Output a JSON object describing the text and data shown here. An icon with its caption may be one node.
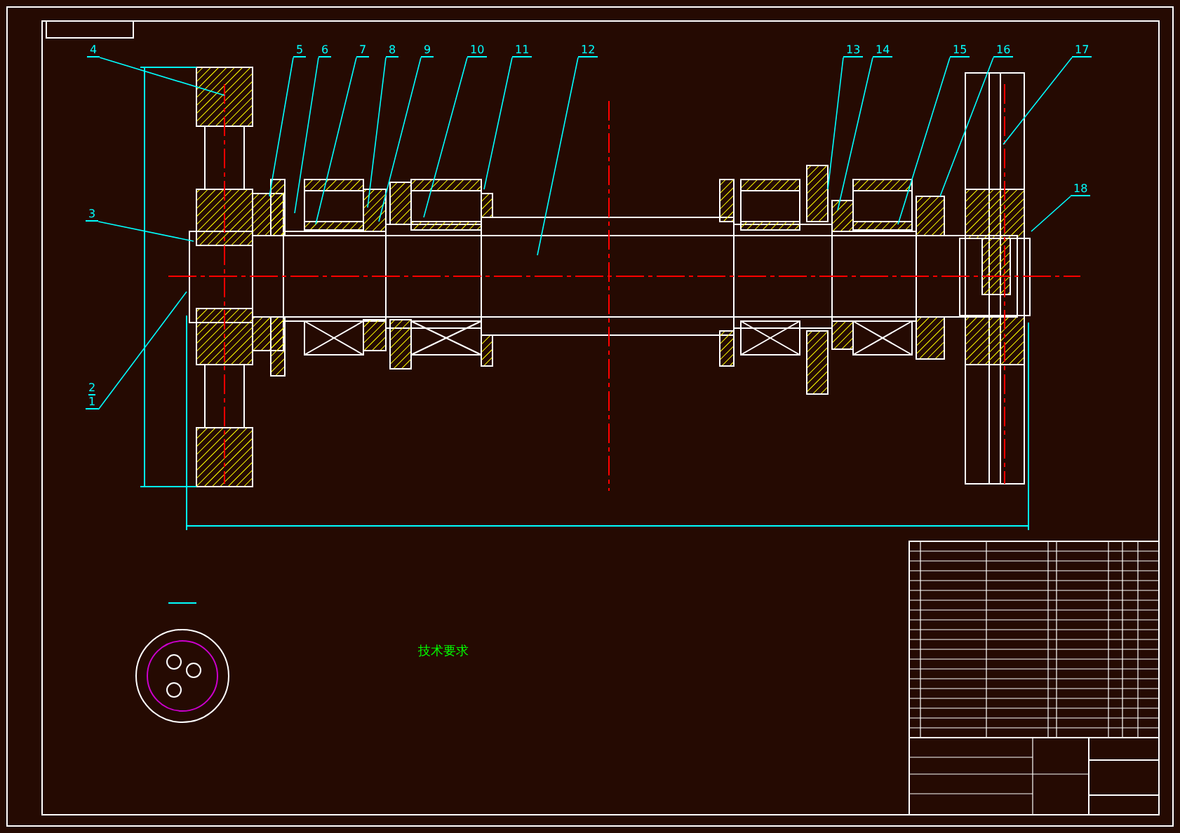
{
  "diagram": {
    "nodes": [
      {
        "text": [
          "4"
        ]
      },
      {
        "text": [
          "5"
        ]
      },
      {
        "text": [
          "6"
        ]
      },
      {
        "text": [
          "7"
        ]
      },
      {
        "text": [
          "8"
        ]
      },
      {
        "text": [
          "9"
        ]
      },
      {
        "text": [
          "10"
        ]
      },
      {
        "text": [
          "11"
        ]
      },
      {
        "text": [
          "12"
        ]
      },
      {
        "text": [
          "13"
        ]
      },
      {
        "text": [
          "14"
        ]
      },
      {
        "text": [
          "15"
        ]
      },
      {
        "text": [
          "16"
        ]
      },
      {
        "text": [
          "17"
        ]
      },
      {
        "text": [
          "18"
        ]
      },
      {
        "text": [
          "3"
        ]
      },
      {
        "text": [
          "2",
          "1"
        ]
      }
    ],
    "edges": [
      {
        "from": 0,
        "to": null,
        "arrow": "none"
      },
      {
        "from": 1,
        "to": null,
        "arrow": "none"
      },
      {
        "from": 2,
        "to": null,
        "arrow": "none"
      },
      {
        "from": 3,
        "to": null,
        "arrow": "none"
      },
      {
        "from": 4,
        "to": null,
        "arrow": "none"
      },
      {
        "from": 5,
        "to": null,
        "arrow": "none"
      },
      {
        "from": 6,
        "to": null,
        "arrow": "none"
      },
      {
        "from": 7,
        "to": null,
        "arrow": "none"
      },
      {
        "from": 8,
        "to": null,
        "arrow": "none"
      },
      {
        "from": 9,
        "to": null,
        "arrow": "none"
      },
      {
        "from": 10,
        "to": null,
        "arrow": "none"
      },
      {
        "from": 11,
        "to": null,
        "arrow": "none"
      },
      {
        "from": 12,
        "to": null,
        "arrow": "none"
      },
      {
        "from": 13,
        "to": null,
        "arrow": "none"
      },
      {
        "from": 14,
        "to": null,
        "arrow": "none"
      },
      {
        "from": 15,
        "to": null,
        "arrow": "none"
      },
      {
        "from": 16,
        "to": null,
        "arrow": "none"
      }
    ],
    "labels": [
      "技术要求"
    ]
  }
}
